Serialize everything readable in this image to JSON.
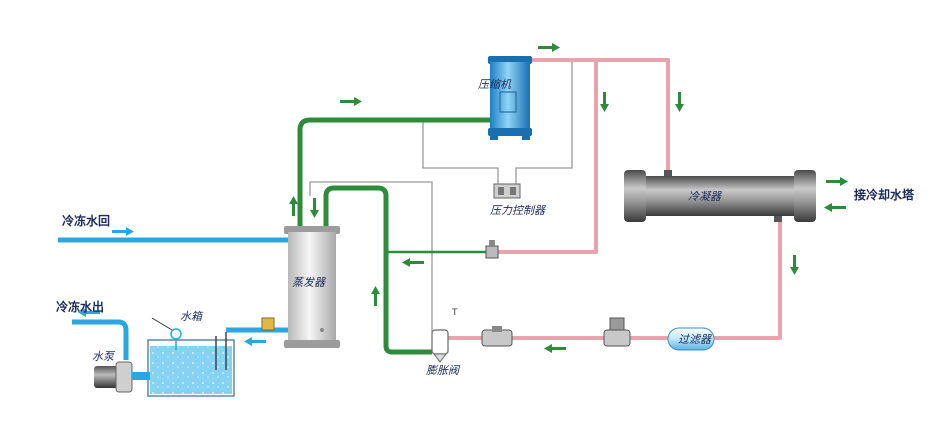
{
  "labels": {
    "compressor": "压缩机",
    "pressure_controller": "压力控制器",
    "condenser": "冷凝器",
    "cooling_tower": "接冷却水塔",
    "evaporator": "蒸发器",
    "chilled_water_return": "冷冻水回",
    "chilled_water_out": "冷冻水出",
    "water_tank": "水箱",
    "water_pump": "水泵",
    "expansion_valve": "膨胀阀",
    "filter": "过滤器",
    "valve_mark": "T"
  },
  "colors": {
    "suction_line": "#2e8b3a",
    "discharge_line": "#e9a3ad",
    "water_line": "#2aa7e0",
    "control_line": "#9a9a9a",
    "arrow_green": "#2e8b3a",
    "arrow_blue": "#2aa7e0"
  }
}
